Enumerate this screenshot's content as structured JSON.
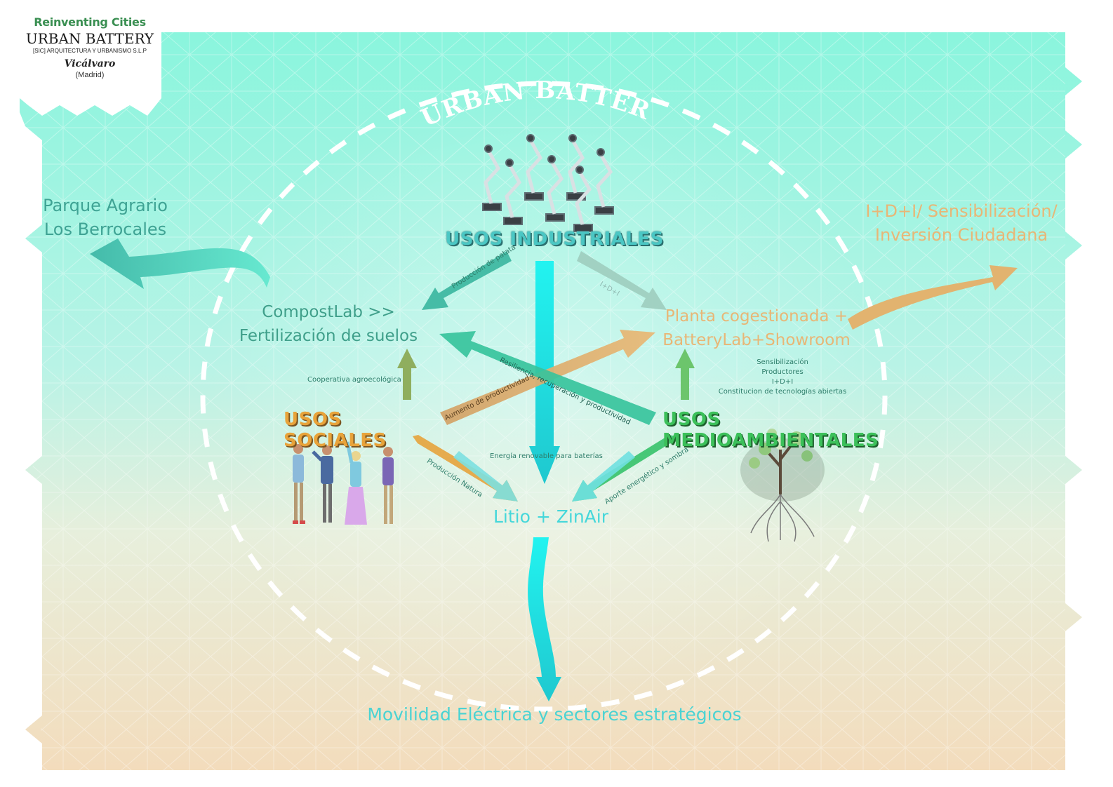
{
  "logo": {
    "brand": "Reinventing Cities",
    "project": "URBAN BATTERY",
    "firm": "[SIC] ARQUITECTURA Y URBANISMO S.L.P",
    "place": "Vicálvaro",
    "city": "(Madrid)"
  },
  "ring_title": "URBAN BATTERY",
  "categories": {
    "industrial": "USOS INDUSTRIALES",
    "social": "USOS SOCIALES",
    "environmental": "USOS MEDIOAMBIENTALES"
  },
  "nodes": {
    "parque_line1": "Parque Agrario",
    "parque_line2": "Los Berrocales",
    "compost_line1": "CompostLab >>",
    "compost_line2": "Fertilización de suelos",
    "planta_line1": "Planta cogestionada +",
    "planta_line2": "BatteryLab+Showroom",
    "idi_line1": "I+D+I/ Sensibilización/",
    "idi_line2": "Inversión Ciudadana",
    "litio": "Litio + ZinAir",
    "movilidad": "Movilidad Eléctrica y sectores estratégicos"
  },
  "labels": {
    "produccion_patata": "Producción de patata",
    "idi_short": "I+D+I",
    "cooperativa": "Cooperativa agroecológica",
    "aumento": "Aumento de productividad",
    "resiliencia": "Resiliencia, recuperación y productividad",
    "energia": "Energía renovable para baterías",
    "produccion_natura": "Producción Natura",
    "aporte": "Aporte energético y sombra",
    "sens_1": "Sensibilización",
    "sens_2": "Productores",
    "sens_3": "I+D+I",
    "sens_4": "Constitucion de tecnologías abiertas"
  },
  "colors": {
    "teal": "#4ad8c8",
    "cyan": "#2ef0ee",
    "orange": "#e6b06a",
    "green": "#3cc05a",
    "sand": "#f1e1c3"
  },
  "icons": [
    "robot-arms-icon",
    "people-group-icon",
    "plant-roots-icon"
  ]
}
